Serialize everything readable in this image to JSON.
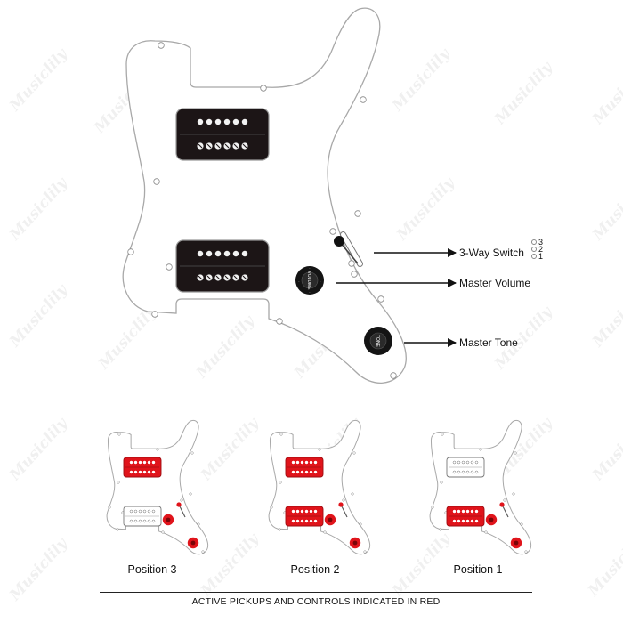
{
  "watermark": {
    "text": "Musiclily"
  },
  "main_diagram": {
    "callouts": {
      "switch": "3-Way Switch",
      "volume": "Master Volume",
      "tone": "Master Tone"
    },
    "switch_positions": [
      "3",
      "2",
      "1"
    ],
    "knob_text": {
      "volume": "VOLUME",
      "tone": "TONE"
    }
  },
  "positions": [
    {
      "label": "Position 3",
      "neck_active": true,
      "bridge_active": false
    },
    {
      "label": "Position 2",
      "neck_active": true,
      "bridge_active": true
    },
    {
      "label": "Position 1",
      "neck_active": false,
      "bridge_active": true
    }
  ],
  "footer": {
    "text": "ACTIVE PICKUPS AND CONTROLS INDICATED IN RED"
  },
  "colors": {
    "active": "#e0141b",
    "pickup_dark": "#1c1516",
    "outline": "#9a9a9a",
    "arrow": "#111111"
  }
}
